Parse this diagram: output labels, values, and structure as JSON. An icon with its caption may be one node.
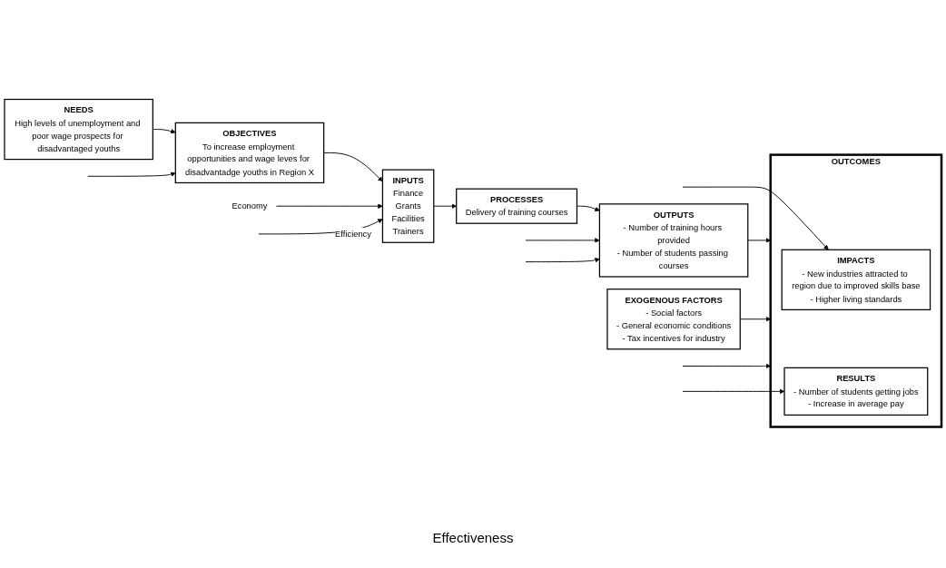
{
  "diagram": {
    "nodes": [
      {
        "text": [
          "NEEDS",
          "High levels of unemployment and poor wage prospects for disadvantaged youths"
        ]
      },
      {
        "text": [
          "EXOGENOUS FACTORS",
          "- Social factors",
          "- General economic conditions",
          "- Tax incentives for industry"
        ]
      },
      {
        "text": [
          "OUTCOMES"
        ]
      },
      {
        "text": [
          "IMPACTS",
          "- New industries attracted to region due to improved skills base",
          "- Higher living standards"
        ],
        "in": 2
      },
      {
        "text": [
          "RESULTS",
          "- Number of students getting jobs",
          "- Increase in average pay"
        ],
        "in": 2
      },
      {
        "text": [
          "OBJECTIVES",
          "To increase employment opportunities and wage leves for disadvantadge youths in Region X"
        ]
      },
      {
        "text": [
          "INPUTS",
          "Finance",
          "Grants",
          "Facilities",
          "Trainers"
        ]
      },
      {
        "text": [
          "PROCESSES",
          "Delivery of training courses"
        ]
      },
      {
        "text": [
          "OUTPUTS",
          "- Number of training hours provided",
          "- Number of students passing courses"
        ]
      },
      {
        "text": [
          "Economy"
        ]
      }
    ],
    "edges": [
      {
        "from": 0,
        "to": 5,
        "arrow": "to"
      },
      {
        "from": 5,
        "to": 6,
        "arrow": "to"
      },
      {
        "from": 6,
        "to": 7,
        "arrow": "to"
      },
      {
        "from": 7,
        "to": 8,
        "arrow": "to"
      },
      {
        "from": 8,
        "to": 2,
        "arrow": "to"
      },
      {
        "from": 1,
        "to": 2,
        "arrow": "to"
      },
      {
        "from": 9,
        "to": 6,
        "arrow": "to"
      },
      {
        "from": null,
        "to": 6,
        "arrow": "to",
        "label": "Efficiency"
      },
      {
        "from": null,
        "to": 2,
        "arrow": "to"
      },
      {
        "from": null,
        "to": 8,
        "arrow": "to"
      },
      {
        "from": null,
        "to": 3,
        "arrow": "to"
      },
      {
        "from": null,
        "to": 4,
        "arrow": "to"
      },
      {
        "from": null,
        "to": 8,
        "arrow": "to"
      },
      {
        "from": null,
        "to": 5,
        "arrow": "to"
      }
    ],
    "labels": [
      "Effectiveness"
    ]
  }
}
